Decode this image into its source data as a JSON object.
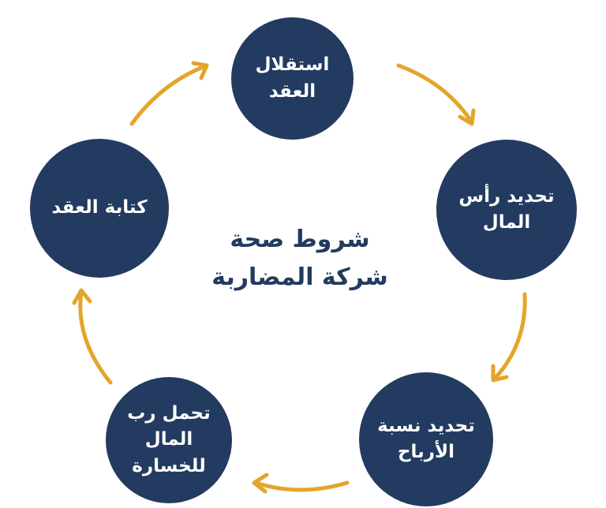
{
  "title": {
    "line1": "شروط صحة",
    "line2": "شركة المضاربة"
  },
  "nodes": [
    {
      "lines": [
        "استقلال",
        "العقد"
      ]
    },
    {
      "lines": [
        "تحديد رأس",
        "المال"
      ]
    },
    {
      "lines": [
        "تحديد نسبة",
        "الأرباح"
      ]
    },
    {
      "lines": [
        "تحمل رب",
        "المال",
        "للخسارة"
      ]
    },
    {
      "lines": [
        "كتابة العقد"
      ]
    }
  ],
  "colors": {
    "circle": "#233b60",
    "arrow": "#e3a52a"
  }
}
